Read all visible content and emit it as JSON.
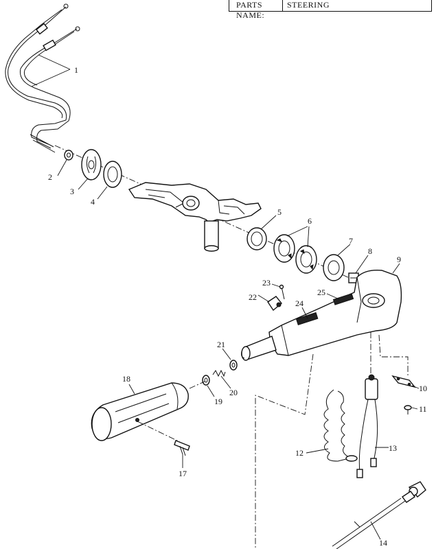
{
  "title_block": {
    "label": "PARTS NAME:",
    "value": "STEERING"
  },
  "callouts": {
    "c1": "1",
    "c2": "2",
    "c3": "3",
    "c4": "4",
    "c5": "5",
    "c6": "6",
    "c7": "7",
    "c8": "8",
    "c9": "9",
    "c10": "10",
    "c11": "11",
    "c12": "12",
    "c13": "13",
    "c14": "14",
    "c17": "17",
    "c18": "18",
    "c19": "19",
    "c20": "20",
    "c21": "21",
    "c22": "22",
    "c23": "23",
    "c24": "24",
    "c25": "25"
  }
}
